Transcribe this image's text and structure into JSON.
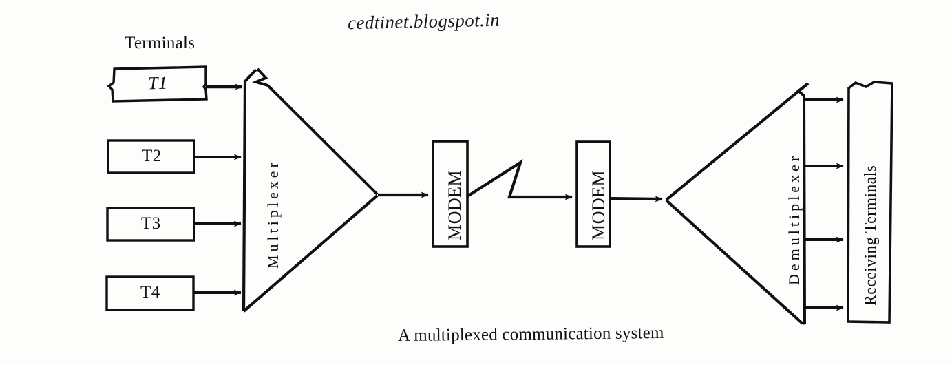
{
  "figure": {
    "watermark": "cedtinet.blogspot.in",
    "caption": "A multiplexed communication system",
    "section_label": "Terminals",
    "ink_color": "#101010",
    "paper_color": "#fdfdfb"
  },
  "terminals": {
    "heading": "Terminals",
    "items": [
      {
        "label": "T1"
      },
      {
        "label": "T2"
      },
      {
        "label": "T3"
      },
      {
        "label": "T4"
      }
    ]
  },
  "multiplexer": {
    "label": "Multiplexer",
    "input_count": 4
  },
  "modems": [
    {
      "label": "MODEM",
      "position": "transmit"
    },
    {
      "label": "MODEM",
      "position": "receive"
    }
  ],
  "link": {
    "label": "",
    "style": "zigzag"
  },
  "demultiplexer": {
    "label": "Demultiplexer",
    "output_count": 4
  },
  "receiving_terminals": {
    "label": "Receiving Terminals",
    "input_count": 4
  }
}
